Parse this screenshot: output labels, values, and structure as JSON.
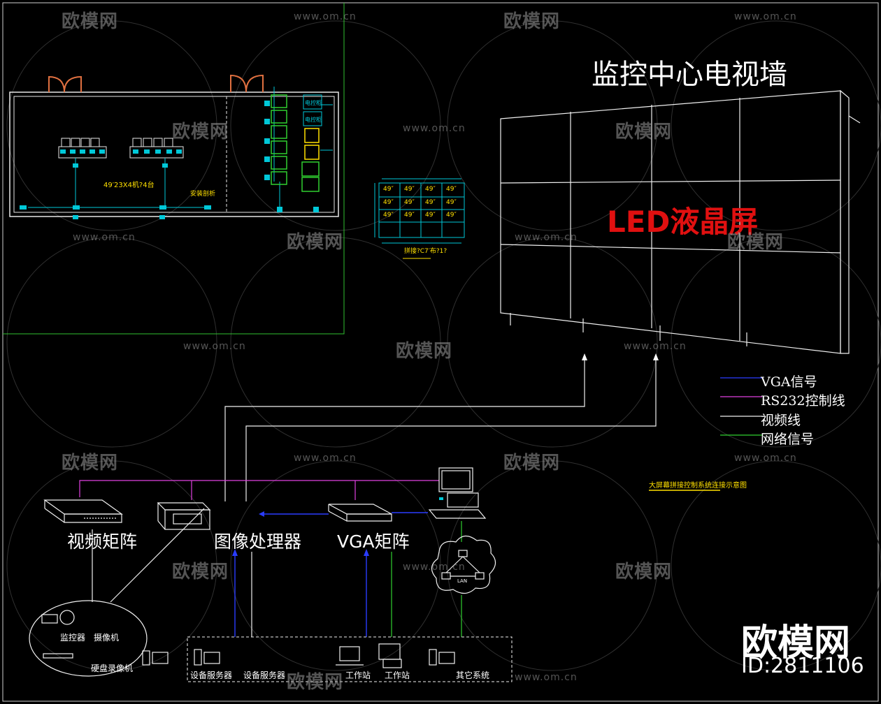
{
  "title": "监控中心电视墙",
  "led_label": "LED液晶屏",
  "devices": {
    "video_matrix": "视频矩阵",
    "image_processor": "图像处理器",
    "vga_matrix": "VGA矩阵"
  },
  "legend": [
    {
      "label": "VGA信号",
      "color": "#2a3cff"
    },
    {
      "label": "RS232控制线",
      "color": "#e040e0"
    },
    {
      "label": "视频线",
      "color": "#ffffff"
    },
    {
      "label": "网络信号",
      "color": "#30d030"
    }
  ],
  "caption": "大屏幕拼接控制系统连接示意图",
  "monitor_group": {
    "monitor": "监控器",
    "camera": "摄像机",
    "dvr": "硬盘录像机"
  },
  "bottom_devices": [
    "设备服务器",
    "设备服务器",
    "工作站",
    "工作站",
    "其它系统"
  ],
  "lan_label": "LAN",
  "floor_plan": {
    "dimension_text": "49′23X4机?4台",
    "side_note": "安装剖析",
    "panel_labels": [
      "电控柜",
      "电控柜"
    ]
  },
  "screen_grid": {
    "cells": [
      "49″",
      "49″",
      "49″",
      "49″",
      "49″",
      "49″",
      "49″",
      "49″",
      "49″",
      "49″",
      "49″",
      "49″"
    ],
    "caption": "拼接?C7′布?1?"
  },
  "watermark": {
    "brand": "欧模网",
    "url": "www.om.cn"
  },
  "brand": {
    "name": "欧模网",
    "id": "ID:2811106"
  }
}
